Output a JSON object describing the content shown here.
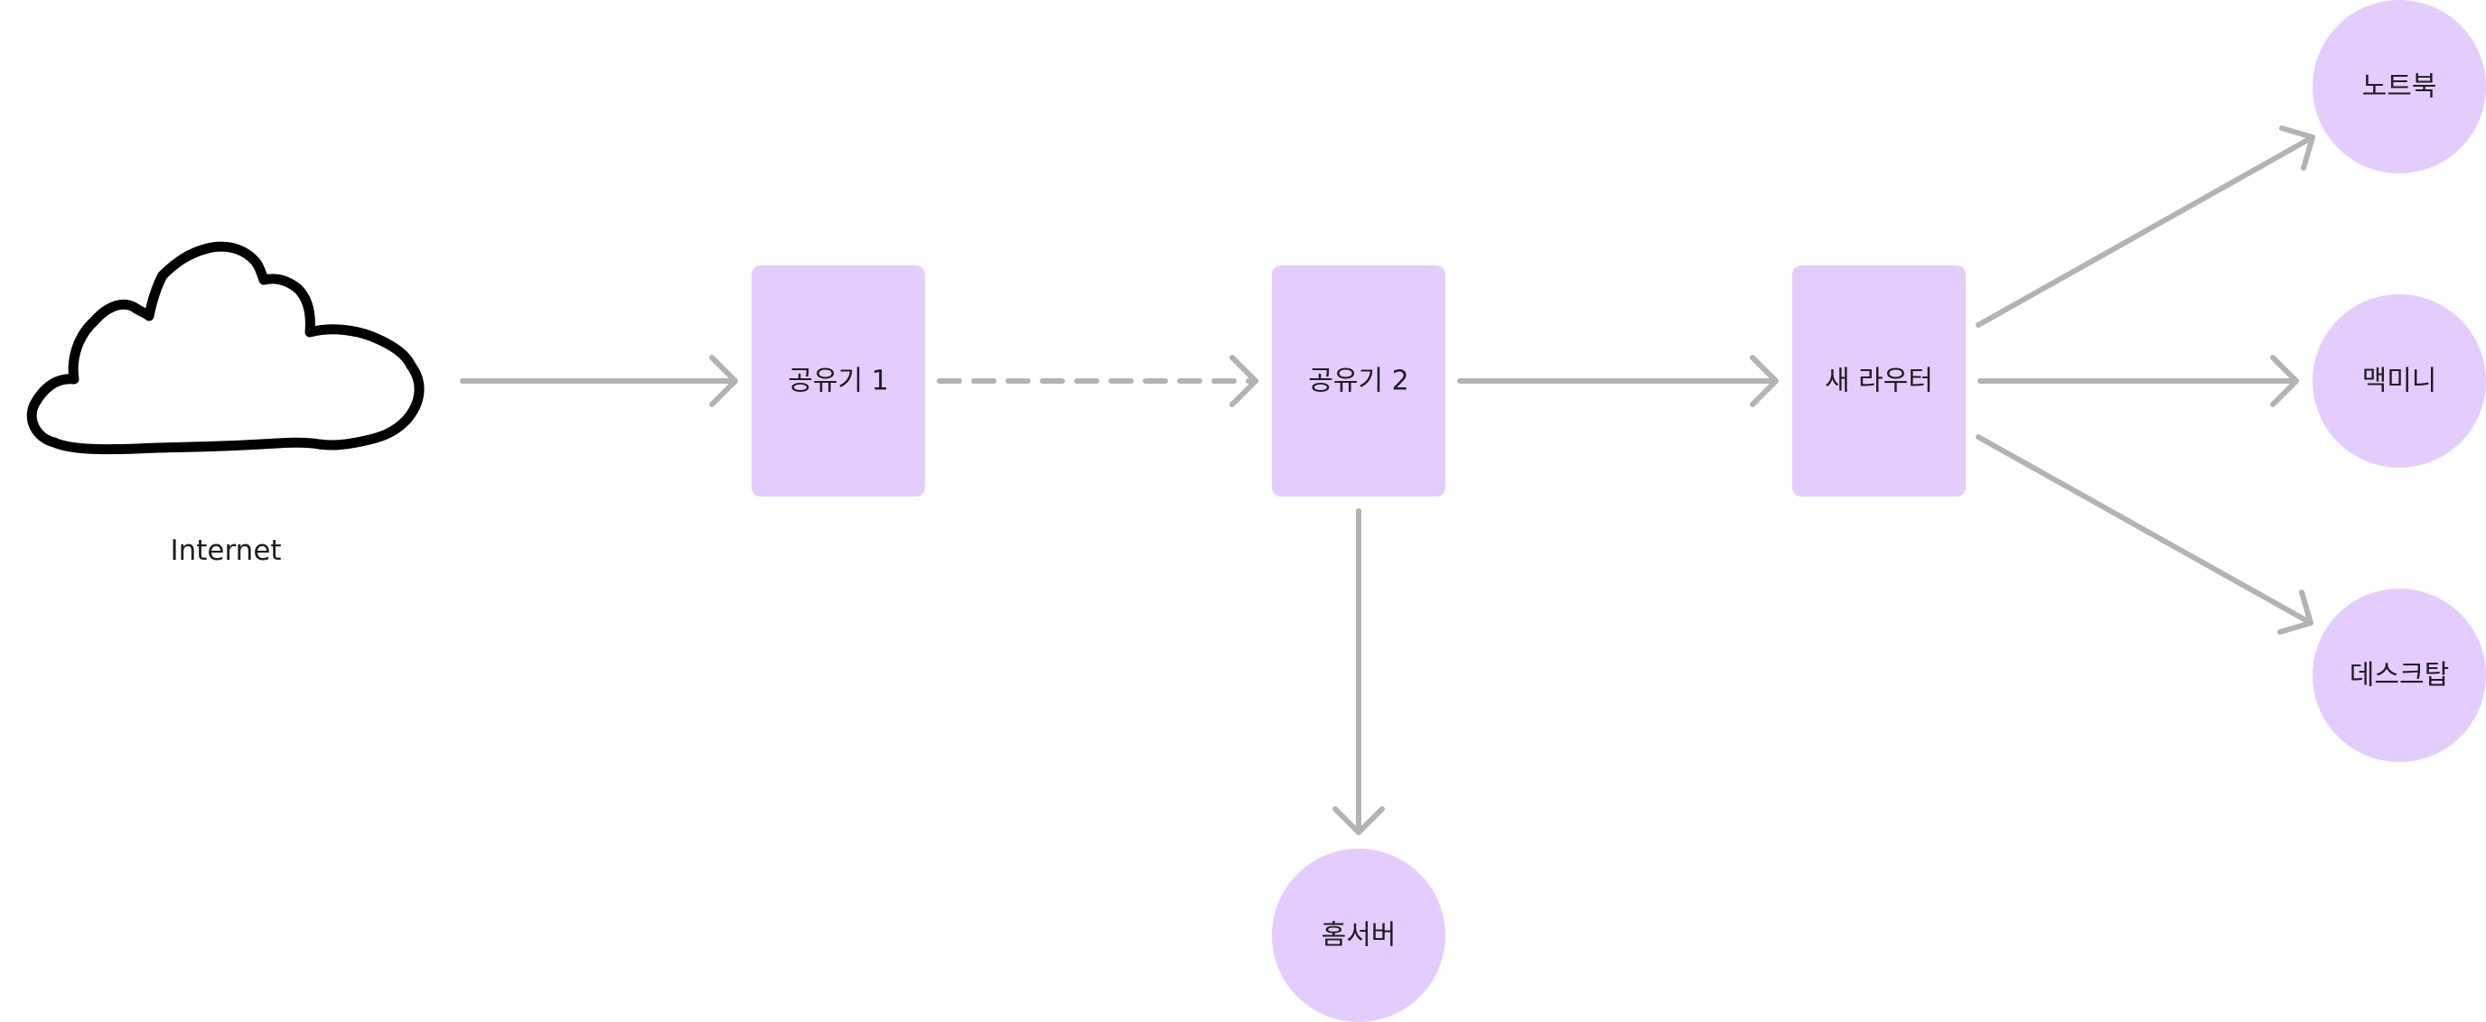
{
  "diagram": {
    "internet_label": "Internet",
    "nodes": {
      "router1": "공유기 1",
      "router2": "공유기 2",
      "new_router": "새 라우터",
      "notebook": "노트북",
      "macmini": "맥미니",
      "desktop": "데스크탑",
      "homeserver": "홈서버"
    },
    "edges": [
      {
        "from": "internet",
        "to": "router1",
        "style": "solid"
      },
      {
        "from": "router1",
        "to": "router2",
        "style": "dashed"
      },
      {
        "from": "router2",
        "to": "new_router",
        "style": "solid"
      },
      {
        "from": "router2",
        "to": "homeserver",
        "style": "solid"
      },
      {
        "from": "new_router",
        "to": "notebook",
        "style": "solid"
      },
      {
        "from": "new_router",
        "to": "macmini",
        "style": "solid"
      },
      {
        "from": "new_router",
        "to": "desktop",
        "style": "solid"
      }
    ]
  },
  "colors": {
    "node_fill": "#e4ccfe",
    "edge": "#b3b3b3",
    "cloud_stroke": "#000000",
    "text": "#1e1e1e"
  }
}
